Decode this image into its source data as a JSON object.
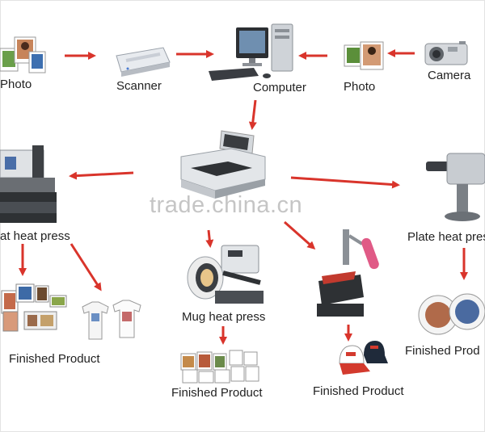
{
  "nodes": {
    "photo_left": "Photo",
    "scanner": "Scanner",
    "computer": "Computer",
    "photo_right": "Photo",
    "camera": "Camera",
    "flat_press": "at heat press",
    "plate_press": "Plate heat pres",
    "mug_press": "Mug heat press",
    "finished_1": "Finished Product",
    "finished_2": "Finished Product",
    "finished_3": "Finished Product",
    "finished_4": "Finished Prod"
  },
  "watermark": "trade.china.cn",
  "colors": {
    "arrow": "#d9342b",
    "text": "#222222"
  }
}
